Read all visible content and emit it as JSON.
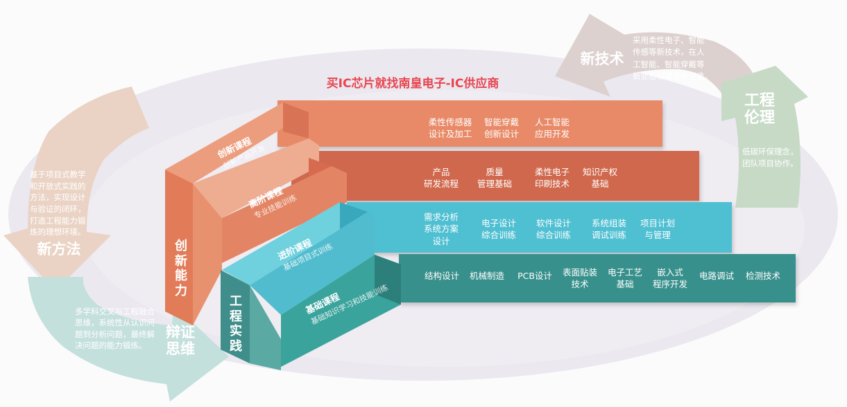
{
  "watermark": "买IC芯片就找南皇电子-IC供应商",
  "cycle": {
    "new_tech": {
      "title": "新技术",
      "desc": "采用柔性电子、智能\n传感等新技术，在人\n工智能、智能穿戴等\n新业态领域创新创造。"
    },
    "ethics": {
      "title": "工程\n伦理",
      "desc": "低碳环保理念，\n团队项目协作。"
    },
    "method": {
      "title": "新方法",
      "desc": "基于项目式教学\n和开放式实践的\n方法，实现设计\n与验证的闭环，\n打造工程能力锻\n炼的理想环境。"
    },
    "dialectic": {
      "title": "辩证\n思维",
      "desc": "多学科交叉与工程融合\n思维，系统性从认识问\n题到分析问题，最终解\n决问题的能力锻炼。"
    }
  },
  "steps": [
    {
      "title": "创新课程",
      "subtitle": "创新产品开发"
    },
    {
      "title": "高阶课程",
      "subtitle": "专业技能训练"
    },
    {
      "title": "进阶课程",
      "subtitle": "基础项目式训练"
    },
    {
      "title": "基础课程",
      "subtitle": "基础知识学习和技能训练"
    }
  ],
  "side_labels": {
    "innovation": "创新\n能力",
    "practice": "工程\n实践"
  },
  "bands": [
    {
      "items": [
        "柔性传感器\n设计及加工",
        "智能穿戴\n创新设计",
        "人工智能\n应用开发"
      ]
    },
    {
      "items": [
        "产品\n研发流程",
        "质量\n管理基础",
        "柔性电子\n印刷技术",
        "知识产权\n基础"
      ]
    },
    {
      "items": [
        "需求分析\n系统方案\n设计",
        "电子设计\n综合训练",
        "软件设计\n综合训练",
        "系统组装\n调试训练",
        "项目计划\n与管理"
      ]
    },
    {
      "items": [
        "结构设计",
        "机械制造",
        "PCB设计",
        "表面贴装\n技术",
        "电子工艺\n基础",
        "嵌入式\n程序开发",
        "电路调试",
        "检测技术"
      ]
    }
  ],
  "colors": {
    "band1": "#e88a68",
    "band2": "#d0674e",
    "band3": "#4fbfd2",
    "band4": "#37908c",
    "arrow_gray": "#dfd4d1",
    "arrow_green": "#c6dac6",
    "arrow_tan": "#ead3c4",
    "arrow_teal": "#c4e0dc",
    "ellipse": "#e4e0ea",
    "watermark": "#e8454f"
  }
}
